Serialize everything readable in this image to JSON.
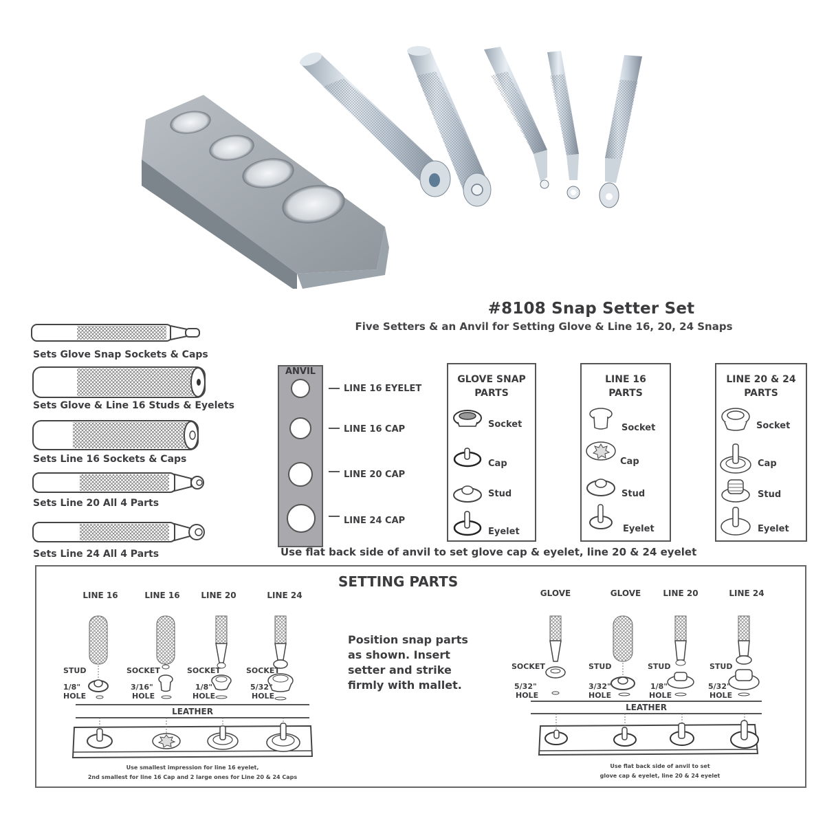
{
  "title": "#8108 Snap Setter Set",
  "subtitle": "Five Setters & an Anvil for Setting Glove & Line 16, 20, 24 Snaps",
  "photo": {
    "description": "Photo of a zinc-plated anvil with four round impressions and five knurled snap setters",
    "colors": {
      "metal": "#c9d3dc",
      "shadow": "#8c96a0",
      "highlight": "#eef3f7"
    }
  },
  "setters": [
    {
      "label": "Sets Glove Snap Sockets & Caps"
    },
    {
      "label": "Sets Glove & Line 16 Studs & Eyelets"
    },
    {
      "label": "Sets Line 16 Sockets & Caps"
    },
    {
      "label": "Sets Line 20 All 4 Parts"
    },
    {
      "label": "Sets Line 24 All 4 Parts"
    }
  ],
  "anvil": {
    "title": "ANVIL",
    "color": "#a9a9ad",
    "holes": [
      {
        "label": "LINE 16 EYELET"
      },
      {
        "label": "LINE 16 CAP"
      },
      {
        "label": "LINE 20 CAP"
      },
      {
        "label": "LINE 24 CAP"
      }
    ]
  },
  "parts_boxes": [
    {
      "heading_line1": "GLOVE SNAP",
      "heading_line2": "PARTS",
      "parts": [
        "Socket",
        "Cap",
        "Stud",
        "Eyelet"
      ]
    },
    {
      "heading_line1": "LINE 16",
      "heading_line2": "PARTS",
      "parts": [
        "Socket",
        "Cap",
        "Stud",
        "Eyelet"
      ]
    },
    {
      "heading_line1": "LINE 20 & 24",
      "heading_line2": "PARTS",
      "parts": [
        "Socket",
        "Cap",
        "Stud",
        "Eyelet"
      ]
    }
  ],
  "anvil_note": "Use flat back side of anvil to set glove cap & eyelet, line 20 & 24 eyelet",
  "setting_parts": {
    "title": "SETTING PARTS",
    "instructions": "Position snap parts as shown. Insert setter and strike firmly with mallet.",
    "left_group": {
      "columns": [
        {
          "head": "LINE 16",
          "part": "STUD",
          "hole": "1/8\"",
          "hole_label": "HOLE"
        },
        {
          "head": "LINE 16",
          "part": "SOCKET",
          "hole": "3/16\"",
          "hole_label": "HOLE"
        },
        {
          "head": "LINE 20",
          "part": "SOCKET",
          "hole": "1/8\"",
          "hole_label": "HOLE"
        },
        {
          "head": "LINE 24",
          "part": "SOCKET",
          "hole": "5/32\"",
          "hole_label": "HOLE"
        }
      ],
      "leather": "LEATHER",
      "caption_line1": "Use smallest impression for line 16 eyelet,",
      "caption_line2": "2nd smallest for line 16 Cap and 2 large ones for Line 20 & 24 Caps"
    },
    "right_group": {
      "columns": [
        {
          "head": "GLOVE",
          "part": "SOCKET",
          "hole": "5/32\"",
          "hole_label": "HOLE"
        },
        {
          "head": "GLOVE",
          "part": "STUD",
          "hole": "3/32\"",
          "hole_label": "HOLE"
        },
        {
          "head": "LINE 20",
          "part": "STUD",
          "hole": "1/8\"",
          "hole_label": "HOLE"
        },
        {
          "head": "LINE 24",
          "part": "STUD",
          "hole": "5/32\"",
          "hole_label": "HOLE"
        }
      ],
      "leather": "LEATHER",
      "caption_line1": "Use flat back side of anvil to set",
      "caption_line2": "glove cap & eyelet, line 20 & 24 eyelet"
    }
  }
}
